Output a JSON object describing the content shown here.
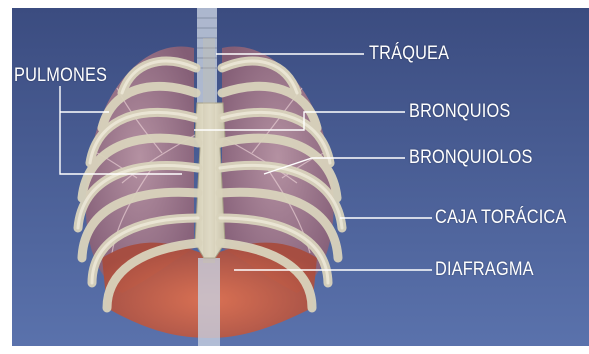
{
  "colors": {
    "background_top": "#3d4f84",
    "background_bottom": "#5c73ad",
    "bone": "#ddd8c2",
    "lung": "#b98a96",
    "diaphragm_muscle": "#d8623f",
    "label_text": "#ffffff",
    "leader_line": "#ffffff"
  },
  "labels": {
    "pulmones": "PULMONES",
    "traquea": "TRÁQUEA",
    "bronquios": "BRONQUIOS",
    "bronquiolos": "BRONQUIOLOS",
    "caja_toracica": "CAJA TORÁCICA",
    "diafragma": "DIAFRAGMA"
  }
}
